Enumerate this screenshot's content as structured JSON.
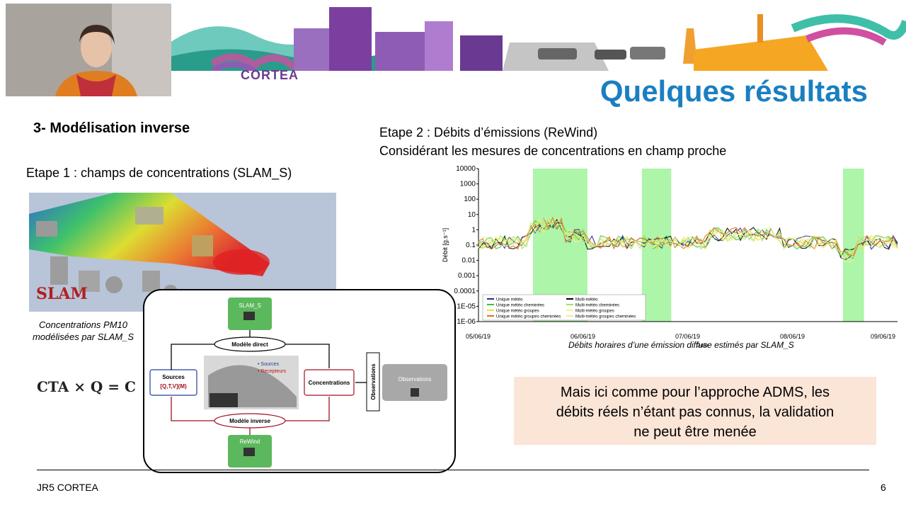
{
  "slide": {
    "logo_text": "CORTEA",
    "title": "Quelques résultats",
    "section": "3- Modélisation inverse",
    "etape1": "Etape 1 :  champs de concentrations (SLAM_S)",
    "etape2_line1": "Etape 2 :  Débits d’émissions (ReWind)",
    "etape2_line2": "Considérant les mesures de concentrations en champ proche",
    "image_caption": "Concentrations PM10 modélisées par SLAM_S",
    "slam_logo": "SLAM",
    "formula": "CTA × Q = C",
    "chart_caption": "Débits horaires d’une émission diffuse estimés par SLAM_S",
    "note": [
      "Mais ici comme pour l’approche ADMS, les",
      "débits réels n’étant pas connus, la validation",
      "ne peut être menée"
    ],
    "footer": "JR5 CORTEA",
    "page_number": "6"
  },
  "diagram": {
    "slam_label": "SLAM_S",
    "rewind_label": "ReWind",
    "modele_direct": "Modèle direct",
    "modele_inverse": "Modèle inverse",
    "sources_label": "Sources",
    "sources_params": "[Q,T,V](M)",
    "concentrations_label": "Concentrations",
    "observations_vertical": "Observations",
    "observations_box": "Observations",
    "legend_sources": "• Sources",
    "legend_recepteurs": "• Recepteurs"
  },
  "chart_data": {
    "type": "line",
    "ylabel": "Débit [g.s⁻¹]",
    "xlabel": "Date",
    "y_scale": "log",
    "y_ticks": [
      "10000",
      "1000",
      "100",
      "10",
      "1",
      "0.1",
      "0.01",
      "0.001",
      "0.0001",
      "1E-05",
      "1E-06"
    ],
    "x_ticks": [
      "05/06/19",
      "06/06/19",
      "07/06/19",
      "08/06/19",
      "09/06/19"
    ],
    "legend": [
      {
        "name": "Unique météo",
        "color": "#1f2f9c"
      },
      {
        "name": "Multi-météo",
        "color": "#000000"
      },
      {
        "name": "Unique météo cheminées",
        "color": "#3fbf3f"
      },
      {
        "name": "Multi-météo cheminées",
        "color": "#9be65b"
      },
      {
        "name": "Unique météo groupes",
        "color": "#f0e030"
      },
      {
        "name": "Multi-météo groupes",
        "color": "#f5f08a"
      },
      {
        "name": "Unique météo groupes cheminées",
        "color": "#e07020"
      },
      {
        "name": "Multi-météo groupes cheminées",
        "color": "#e8e8a8"
      }
    ],
    "highlight_color": "#adf5a8"
  }
}
